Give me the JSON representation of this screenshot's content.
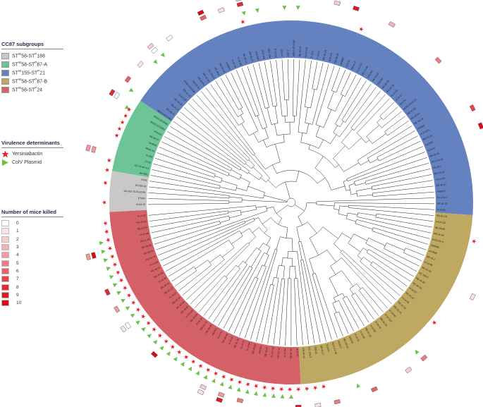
{
  "legends": {
    "subgroups": {
      "title": "CC87 subgroups",
      "items": [
        {
          "a": "ST",
          "b": "W",
          "c": "58-ST",
          "d": "P",
          "e": "186",
          "color": "#c8c8c8"
        },
        {
          "a": "ST",
          "b": "W",
          "c": "58-ST",
          "d": "P",
          "e": "87-A",
          "color": "#6cc497"
        },
        {
          "a": "ST",
          "b": "W",
          "c": "155-ST",
          "d": "P",
          "e": "21",
          "color": "#6582c0"
        },
        {
          "a": "ST",
          "b": "W",
          "c": "58-ST",
          "d": "P",
          "e": "87-B",
          "color": "#bfa861"
        },
        {
          "a": "ST",
          "b": "W",
          "c": "58-ST",
          "d": "P",
          "e": "24",
          "color": "#d46168"
        }
      ]
    },
    "virulence": {
      "title": "Virulence determinants",
      "items": [
        {
          "label": "Yersiniabactin",
          "icon": "red-star-icon",
          "color": "#e8232a"
        },
        {
          "label": "ColV Plasmid",
          "icon": "green-triangle-icon",
          "color": "#6cc24a"
        }
      ]
    },
    "mice": {
      "title": "Number of mice killed",
      "levels": [
        "0",
        "1",
        "2",
        "3",
        "4",
        "5",
        "6",
        "7",
        "8",
        "9",
        "10"
      ],
      "colors": [
        "#ffffff",
        "#fce4e5",
        "#f9cdd0",
        "#f5b2b6",
        "#f29a9f",
        "#ee7d83",
        "#ea6169",
        "#e6444d",
        "#e22a33",
        "#df1a24",
        "#dd0a16"
      ]
    }
  },
  "tree": {
    "clade_colors": {
      "st186": "#c8c8c8",
      "st87a": "#6cc497",
      "st21": "#6582c0",
      "st87b": "#bfa861",
      "st24": "#d46168"
    },
    "leaf_labels": [
      "K543-16",
      "ET004",
      "101-821-5125-02-B4",
      "EC029-18",
      "ATH3",
      "AA7861",
      "AZ-70-HF-A-1",
      "C7A5",
      "G-266",
      "RE04-16",
      "AA3905",
      "RE-40-17",
      "AA1021",
      "MOD1-EC6093",
      "MOD1-EC6092",
      "MOD1-EC5149",
      "RE-40-41",
      "RE-41-4",
      "RE-40-40",
      "H-14-137",
      "RE-41-23",
      "MOD1-EC6098",
      "RE-40-31",
      "RE-40-03",
      "RE-41-14",
      "EC-102-6",
      "RE-40-5",
      "RE-40-18",
      "AA8879",
      "H-14-78",
      "H-14-59",
      "RE-40-11",
      "RE-41-37",
      "S19-106",
      "S29-109",
      "BE2-106",
      "H-14-43",
      "S28-47",
      "C-267",
      "MOD1-EC5149",
      "RE-40-28",
      "M-14-100",
      "P-14-2",
      "P-14-12",
      "RE-40-14",
      "S19-115",
      "RE-40-33",
      "AA8887",
      "S28-32",
      "RE-41-8",
      "H-14-132",
      "RE-41-09",
      "S19-107",
      "RE-40-16",
      "AA1193",
      "RE-40-06",
      "RE-42-34",
      "H-14-99",
      "H-14-13",
      "S28-01",
      "MOD1-EC6110",
      "RE-41-03",
      "RE-40-24",
      "RE-40-19",
      "AA8881",
      "H-14-150",
      "RE-41-28",
      "AA7897",
      "S19-42",
      "RE-40-42",
      "ECO-24-10",
      "S4-18-1",
      "RE-41-32",
      "H-14-135",
      "RE-40-37",
      "AA8878",
      "EC-101-1",
      "RE-41-22",
      "H-14-91",
      "RE-41-19",
      "H-14-115",
      "RE-40-08",
      "RE-41-04",
      "ECO-24-11",
      "AA9908",
      "AA7865",
      "RE-41-2",
      "H-14-96",
      "RE-41-34",
      "EC-100-4",
      "RE-40-35",
      "RE-40-36",
      "H-14-27",
      "RE-41-20",
      "H-14-39",
      "RE-41-16",
      "RE-41-13",
      "H-14-60",
      "H-14-122",
      "RE-40-20",
      "H-14-76",
      "H-14-90",
      "RE-41-18",
      "H-14-94",
      "H-14-31",
      "S28-55",
      "RE-40-10",
      "AA3117",
      "ECO-21-18",
      "S19-53",
      "RE-41-27",
      "S28-32",
      "EC-104-3",
      "RE-40-12",
      "H-14-87",
      "RE-40-30",
      "H-14-44",
      "RE-41-11",
      "H-14-120",
      "RE-41-07",
      "AA1021",
      "RE-40-02",
      "H-14-80",
      "H-14-12",
      "RE-41-39",
      "H-14-97",
      "RE-40-40",
      "H-14-41",
      "AA1021",
      "RE-40-26",
      "RE-41-31",
      "H-14-33",
      "RE-40-09",
      "H-14-116",
      "RE-41-01",
      "RE-40-39",
      "RE-41-10",
      "H-14-57",
      "RE-41-12",
      "RE-40-01",
      "H-14-40",
      "RE-41-38",
      "RE-40-21",
      "H-14-66",
      "RE-41-24",
      "RE-40-15",
      "RE-40-25",
      "RE-41-05",
      "H-14-48",
      "RE-41-06",
      "RE-40-32",
      "H-14-22"
    ]
  }
}
